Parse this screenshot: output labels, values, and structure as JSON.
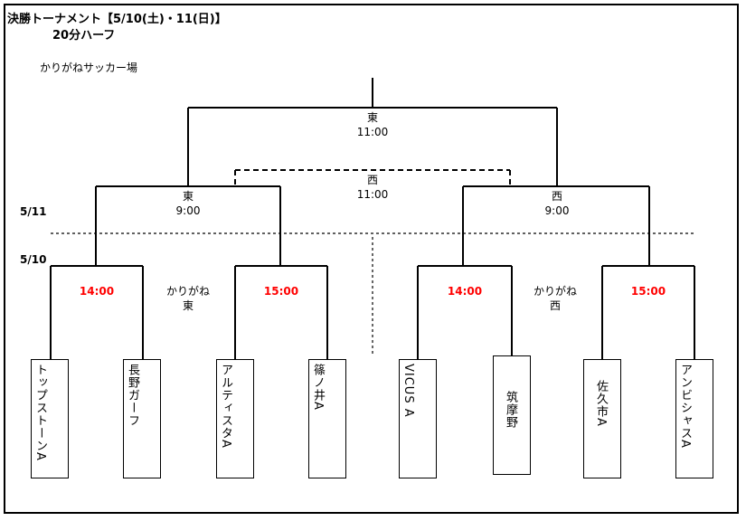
{
  "header": {
    "title": "決勝トーナメント【5/10(土)・11(日)】",
    "subtitle": "20分ハーフ",
    "venue": "かりがねサッカー場"
  },
  "dates": {
    "day2": "5/11",
    "day1": "5/10"
  },
  "final": {
    "label": "東",
    "time": "11:00"
  },
  "third_place": {
    "label": "西",
    "time": "11:00"
  },
  "semifinals": {
    "left": {
      "label": "東",
      "time": "9:00"
    },
    "right": {
      "label": "西",
      "time": "9:00"
    }
  },
  "first_round": {
    "times": [
      "14:00",
      "15:00",
      "14:00",
      "15:00"
    ],
    "venue_left": {
      "line1": "かりがね",
      "line2": "東"
    },
    "venue_right": {
      "line1": "かりがね",
      "line2": "西"
    }
  },
  "teams": [
    "トップストーンA",
    "長野ガーフ",
    "アルティスタA",
    "篠ノ井A",
    "VICUS A",
    "筑摩野",
    "佐久市A",
    "アンビシャスA"
  ],
  "colors": {
    "time_red": "#ff0000"
  }
}
